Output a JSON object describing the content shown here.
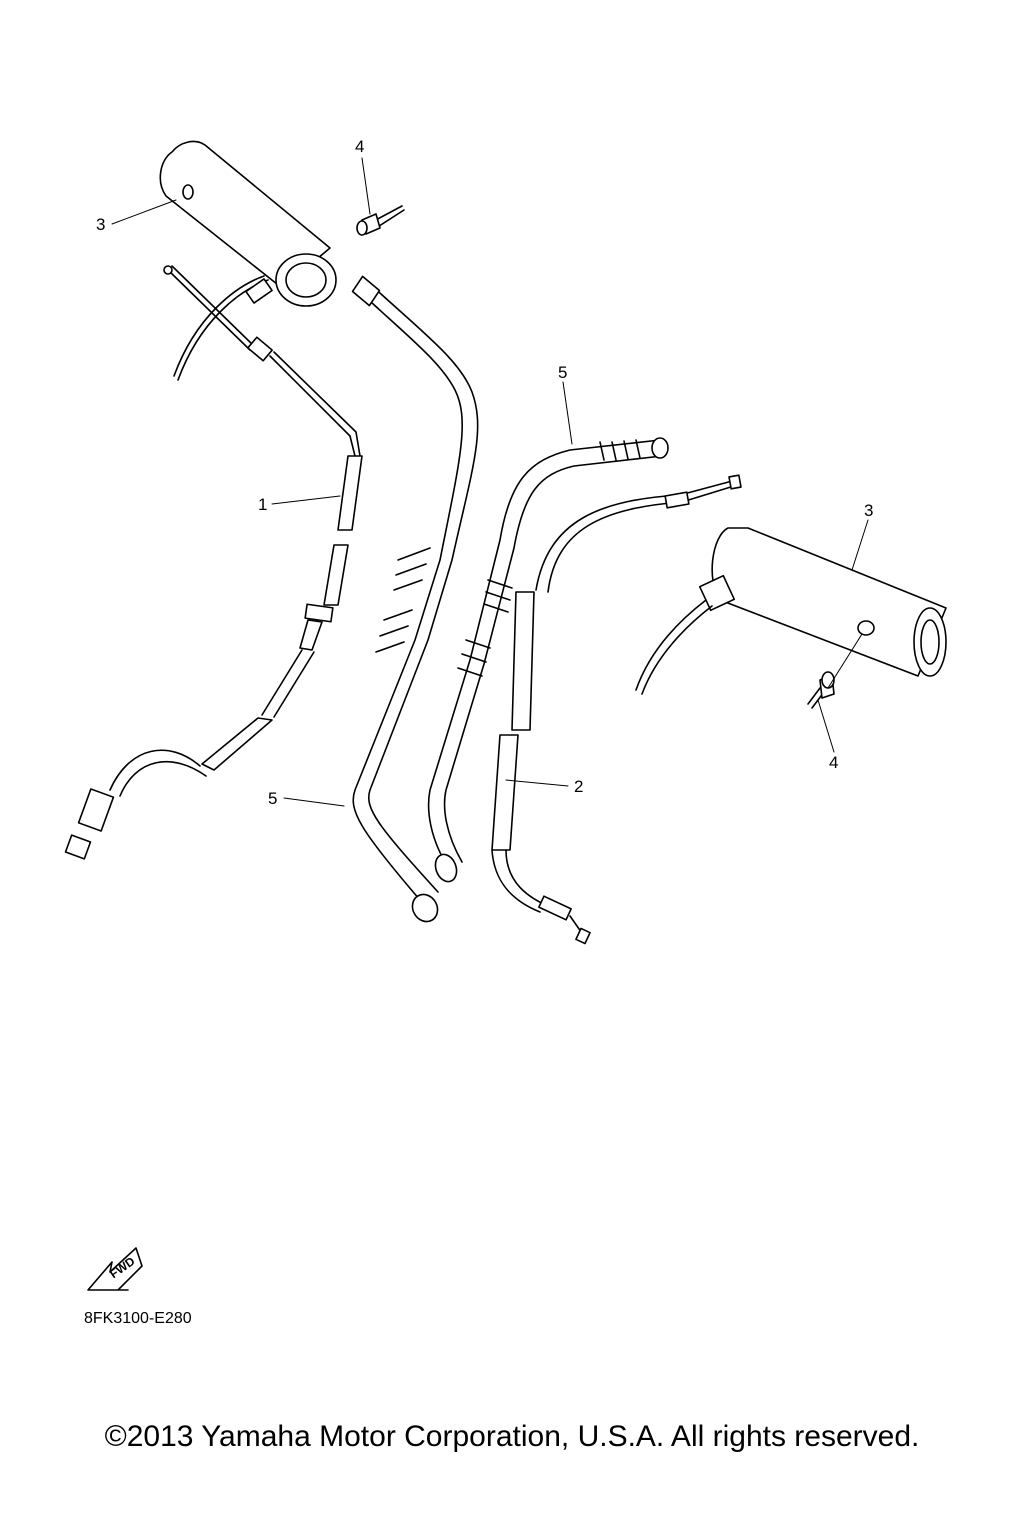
{
  "callouts": [
    {
      "label": "3"
    },
    {
      "label": "4"
    },
    {
      "label": "5"
    },
    {
      "label": "1"
    },
    {
      "label": "5"
    },
    {
      "label": "3"
    },
    {
      "label": "2"
    },
    {
      "label": "4"
    }
  ],
  "fwd_badge": "FWD",
  "diagram_code": "8FK3100-E280",
  "copyright": "©2013 Yamaha Motor Corporation, U.S.A. All rights reserved."
}
